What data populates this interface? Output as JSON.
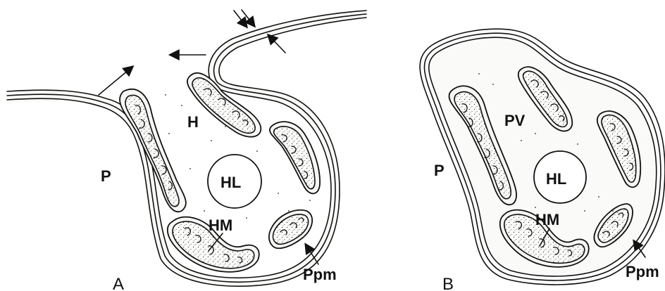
{
  "panels": [
    {
      "panel_letter": "A",
      "labels": {
        "parasite": "P",
        "host_cell": "H",
        "host_lumen": "HL",
        "host_mitochondria": "HM",
        "ppm": "Ppm"
      }
    },
    {
      "panel_letter": "B",
      "labels": {
        "parasite": "P",
        "pv": "PV",
        "host_lumen": "HL",
        "host_mitochondria": "HM",
        "ppm": "Ppm"
      }
    }
  ],
  "colors": {
    "ink": "#111111",
    "background": "#ffffff",
    "stipple": "#333333"
  }
}
